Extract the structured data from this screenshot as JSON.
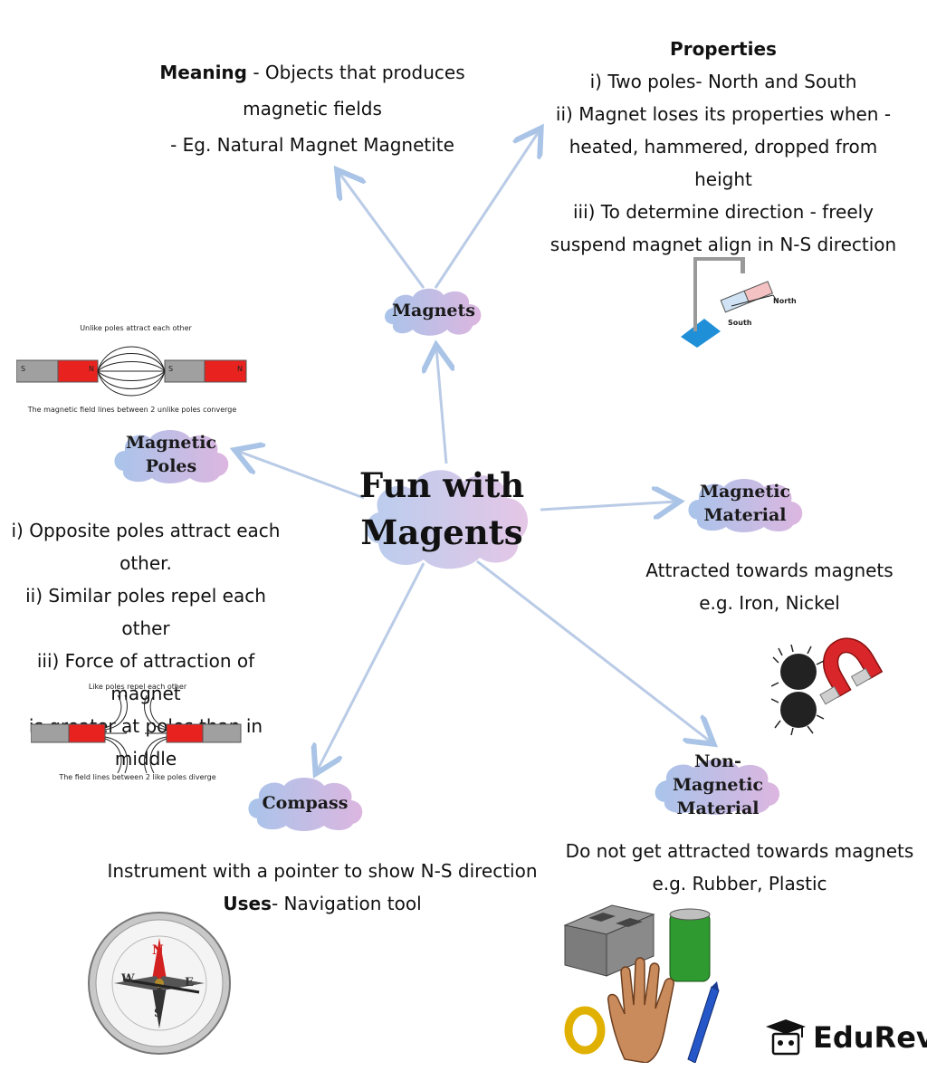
{
  "center": {
    "line1": "Fun with",
    "line2": "Magents"
  },
  "nodes": {
    "magnets": "Magnets",
    "poles": [
      "Magnetic",
      "Poles"
    ],
    "material": [
      "Magnetic",
      "Material"
    ],
    "non_magnetic": [
      "Non- Magnetic",
      "Material"
    ],
    "compass": "Compass"
  },
  "meaning": {
    "label": "Meaning",
    "line1": " - Objects that produces",
    "line2": "magnetic fields",
    "line3": "- Eg. Natural Magnet Magnetite"
  },
  "properties": {
    "title": "Properties",
    "lines": [
      "i) Two poles- North and South",
      "ii) Magnet loses its properties when -",
      "heated, hammered, dropped from height",
      "iii) To determine direction - freely",
      "suspend magnet align in N-S direction"
    ],
    "fig_north": "North",
    "fig_south": "South"
  },
  "poles_text": {
    "lines": [
      "i) Opposite poles attract each",
      "other.",
      "ii) Similar poles repel each other",
      "iii) Force of attraction of magnet",
      "is greater at poles than in middle"
    ],
    "fig1_top": "Unlike poles attract each other",
    "fig1_bottom": "The magnetic field lines between 2 unlike poles converge",
    "fig2_top": "Like poles repel each other",
    "fig2_bottom": "The field lines between 2 like poles diverge",
    "letter_s": "S",
    "letter_n": "N"
  },
  "material_text": {
    "line1": "Attracted towards magnets",
    "line2": "e.g. Iron, Nickel"
  },
  "non_magnetic_text": {
    "line1": "Do not get attracted towards magnets",
    "line2": "e.g. Rubber, Plastic"
  },
  "compass_text": {
    "line1": "Instrument with a pointer to show N-S direction",
    "uses_label": "Uses",
    "uses_rest": "- Navigation tool"
  },
  "brand": {
    "name": "EduRev",
    "icon": "graduation-cap-icon"
  },
  "colors": {
    "arrow": "#b7cbe6",
    "cloud_left": "#a9c4ea",
    "cloud_right": "#dcb6e0",
    "magnet_red": "#e8231f",
    "magnet_grey": "#a0a0a0"
  }
}
